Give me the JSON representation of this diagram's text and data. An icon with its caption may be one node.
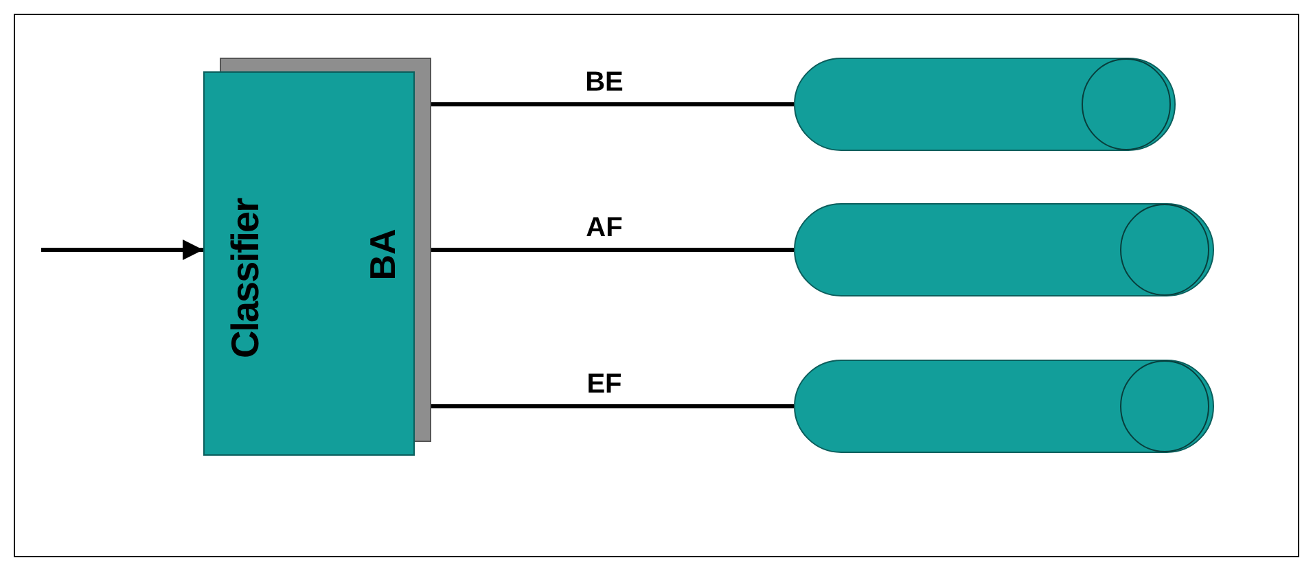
{
  "diagram": {
    "nodes": [
      {
        "text": [
          "Classifier",
          "BA"
        ]
      },
      {
        "text": [],
        "shape": "cylinder"
      },
      {
        "text": [],
        "shape": "cylinder"
      },
      {
        "text": [],
        "shape": "cylinder"
      }
    ],
    "edges": [
      {
        "from": null,
        "to": 0,
        "arrow": "to"
      },
      {
        "from": 0,
        "to": 1,
        "label": "BE",
        "arrow": "none"
      },
      {
        "from": 0,
        "to": 2,
        "label": "AF",
        "arrow": "none"
      },
      {
        "from": 0,
        "to": 3,
        "label": "EF",
        "arrow": "none"
      }
    ]
  }
}
